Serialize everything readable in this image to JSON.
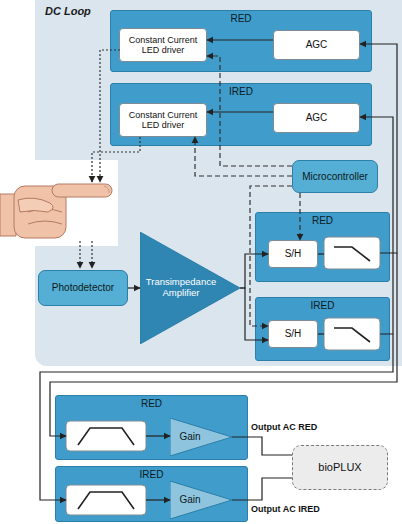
{
  "diagram": {
    "nodes": [
      {
        "text": [
          "DC Loop"
        ]
      },
      {
        "text": [
          "RED"
        ],
        "in": 0
      },
      {
        "text": [
          "Constant Current LED driver"
        ],
        "in": 1
      },
      {
        "text": [
          "AGC"
        ],
        "in": 1
      },
      {
        "text": [
          "IRED"
        ],
        "in": 0
      },
      {
        "text": [
          "Constant Current LED driver"
        ],
        "in": 4
      },
      {
        "text": [
          "AGC"
        ],
        "in": 4
      },
      {
        "text": [
          "Microcontroller"
        ],
        "in": 0
      },
      {
        "text": [
          "RED"
        ],
        "in": 0
      },
      {
        "text": [
          "S/H"
        ],
        "in": 8
      },
      {
        "text": [
          "IRED"
        ],
        "in": 0
      },
      {
        "text": [
          "S/H"
        ],
        "in": 10
      },
      {
        "text": [
          "Photodetector"
        ],
        "in": 0
      },
      {
        "text": [
          "Transimpedance Amplifier"
        ],
        "in": 0
      },
      {
        "text": [
          "RED"
        ]
      },
      {
        "text": [
          "Gain"
        ],
        "in": 14
      },
      {
        "text": [
          "IRED"
        ]
      },
      {
        "text": [
          "Gain"
        ],
        "in": 16
      },
      {
        "text": [
          "bioPLUX"
        ]
      }
    ],
    "edges": [
      {
        "from": 3,
        "to": 2,
        "arrow": "to"
      },
      {
        "from": 6,
        "to": 5,
        "arrow": "to"
      },
      {
        "from": 7,
        "to": 2,
        "arrow": "to"
      },
      {
        "from": 7,
        "to": 5,
        "arrow": "to"
      },
      {
        "from": 7,
        "to": 9,
        "arrow": "to"
      },
      {
        "from": 7,
        "to": 11,
        "arrow": "to"
      },
      {
        "from": 12,
        "to": 13,
        "arrow": "to"
      },
      {
        "from": 13,
        "to": 9,
        "arrow": "to"
      },
      {
        "from": 13,
        "to": 11,
        "arrow": "to"
      },
      {
        "from": 15,
        "to": 18,
        "arrow": "none",
        "label": "Output AC RED"
      },
      {
        "from": 17,
        "to": 18,
        "arrow": "none",
        "label": "Output AC IRED"
      }
    ]
  }
}
